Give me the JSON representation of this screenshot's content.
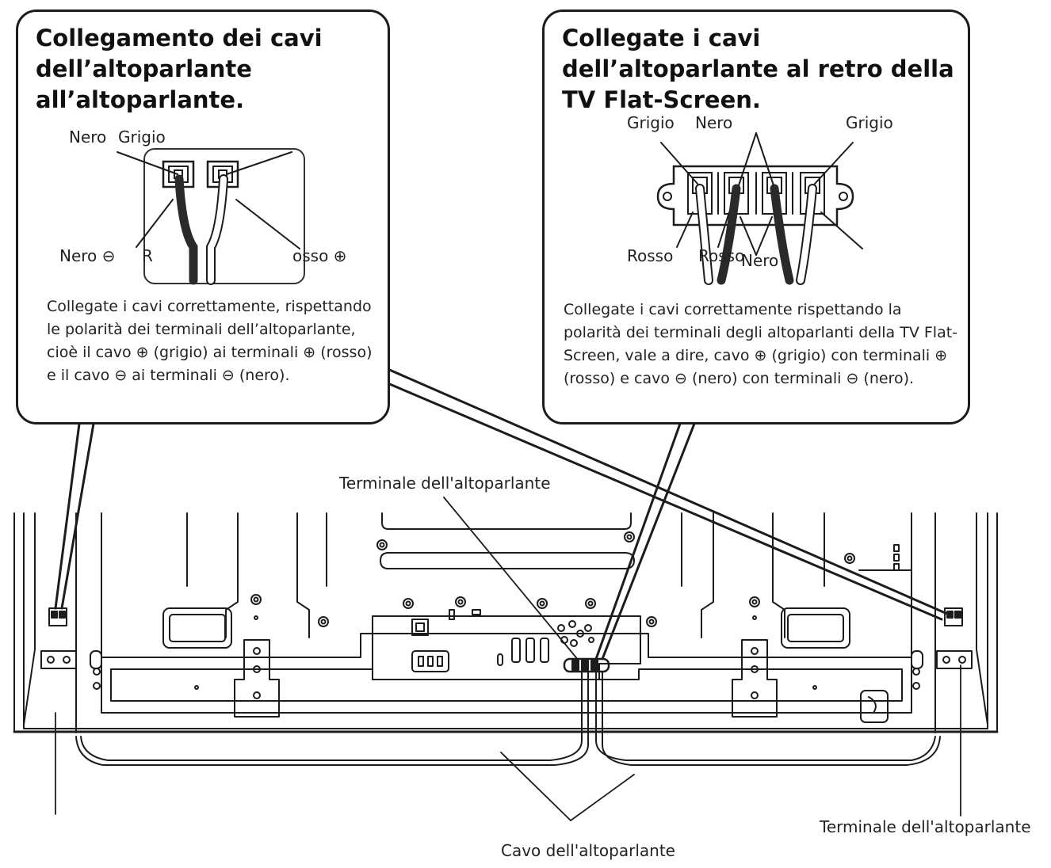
{
  "callout_left": {
    "title": "Collegamento dei cavi dell’altoparlante all’altoparlante.",
    "labels": {
      "nero_top": "Nero",
      "grigio_top": "Grigio",
      "nero_minus": "Nero ⊖",
      "r": "R",
      "rosso_plus": "osso ⊕"
    },
    "body": "Collegate i cavi correttamente, rispettando le polarità dei terminali dell’altoparlante, cioè il cavo ⊕ (grigio) ai terminali ⊕ (rosso) e il cavo ⊖ ai terminali ⊖ (nero)."
  },
  "callout_right": {
    "title": "Collegate i cavi dell’altoparlante al retro della TV Flat-Screen.",
    "labels": {
      "grigio_left": "Grigio",
      "nero_top": "Nero",
      "grigio_right": "Grigio",
      "rosso_left": "Rosso",
      "rosso_mid": "Rosso",
      "nero_bottom": "Nero"
    },
    "body": "Collegate i cavi correttamente rispettando la polarità dei terminali degli altoparlanti della TV Flat-Screen, vale a dire, cavo ⊕ (grigio) con terminali ⊕ (rosso) e cavo ⊖ (nero) con terminali ⊖ (nero)."
  },
  "bottom_labels": {
    "speaker_terminal_center": "Terminale dell'altoparlante",
    "speaker_terminal_right": "Terminale dell'altoparlante",
    "speaker_cable": "Cavo dell'altoparlante"
  },
  "colors": {
    "line": "#1c1c1c",
    "wire_dark": "#3a3a3a",
    "wire_light": "#ffffff",
    "text": "#222222"
  }
}
